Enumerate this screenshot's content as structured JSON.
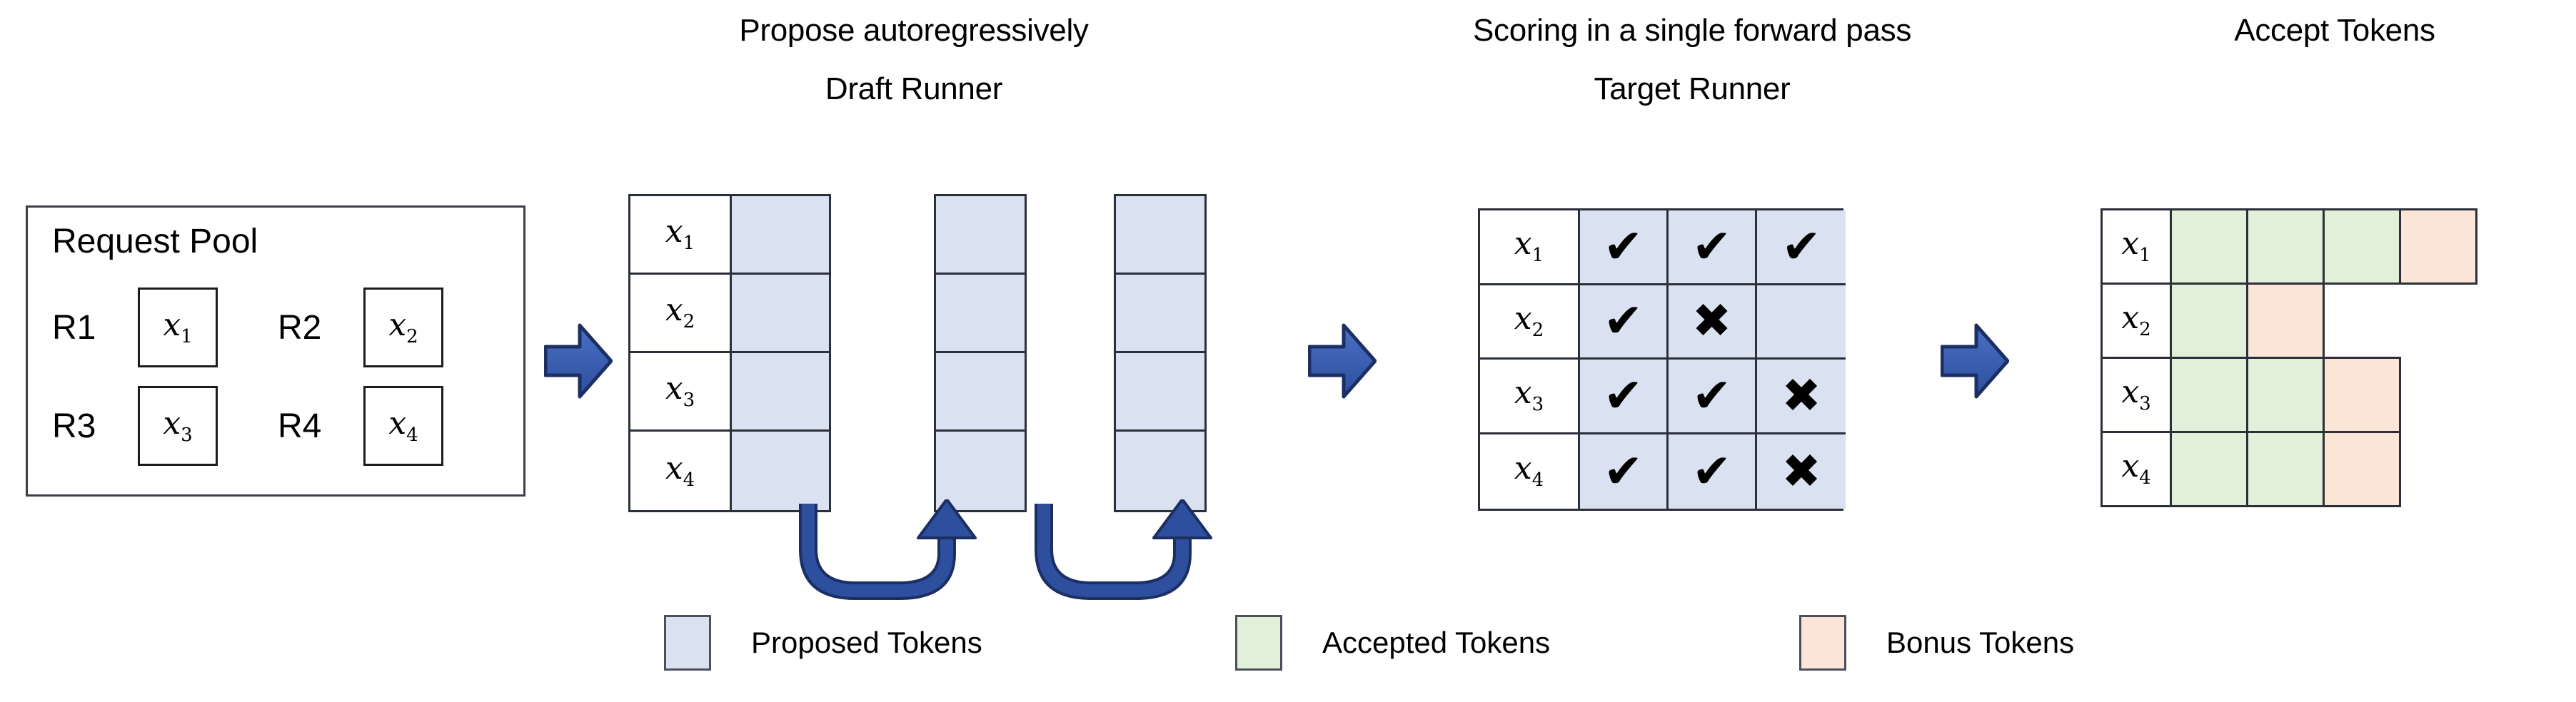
{
  "headers": {
    "propose": "Propose autoregressively",
    "draft_runner": "Draft Runner",
    "scoring": "Scoring in a single forward pass",
    "target_runner": "Target Runner",
    "accept": "Accept Tokens"
  },
  "request_pool": {
    "title": "Request Pool",
    "requests": [
      {
        "label": "R1",
        "token": "x",
        "sub": "1"
      },
      {
        "label": "R2",
        "token": "x",
        "sub": "2"
      },
      {
        "label": "R3",
        "token": "x",
        "sub": "3"
      },
      {
        "label": "R4",
        "token": "x",
        "sub": "4"
      }
    ]
  },
  "draft_runner": {
    "row_labels": [
      {
        "token": "x",
        "sub": "1"
      },
      {
        "token": "x",
        "sub": "2"
      },
      {
        "token": "x",
        "sub": "3"
      },
      {
        "token": "x",
        "sub": "4"
      }
    ],
    "columns": 3,
    "cell_state": "proposed"
  },
  "target_runner": {
    "row_labels": [
      {
        "token": "x",
        "sub": "1"
      },
      {
        "token": "x",
        "sub": "2"
      },
      {
        "token": "x",
        "sub": "3"
      },
      {
        "token": "x",
        "sub": "4"
      }
    ],
    "matrix": [
      [
        "check",
        "check",
        "check"
      ],
      [
        "check",
        "cross",
        "empty"
      ],
      [
        "check",
        "check",
        "cross"
      ],
      [
        "check",
        "check",
        "cross"
      ]
    ],
    "glyphs": {
      "check": "✔",
      "cross": "✖",
      "empty": ""
    }
  },
  "accept_tokens": {
    "row_labels": [
      {
        "token": "x",
        "sub": "1"
      },
      {
        "token": "x",
        "sub": "2"
      },
      {
        "token": "x",
        "sub": "3"
      },
      {
        "token": "x",
        "sub": "4"
      }
    ],
    "matrix": [
      [
        "accepted",
        "accepted",
        "accepted",
        "bonus"
      ],
      [
        "accepted",
        "bonus"
      ],
      [
        "accepted",
        "accepted",
        "bonus"
      ],
      [
        "accepted",
        "accepted",
        "bonus"
      ]
    ]
  },
  "legend": [
    {
      "label": "Proposed Tokens",
      "color": "#dae1f0"
    },
    {
      "label": "Accepted Tokens",
      "color": "#e2efd9"
    },
    {
      "label": "Bonus Tokens",
      "color": "#fbe5d6"
    }
  ],
  "colors": {
    "proposed": "#dae1f0",
    "accepted": "#e2efd9",
    "bonus": "#fbe5d6",
    "arrow_blue": "#3a5cab",
    "arrow_blue_dark": "#1f3a78",
    "border": "#2b2f3a"
  }
}
